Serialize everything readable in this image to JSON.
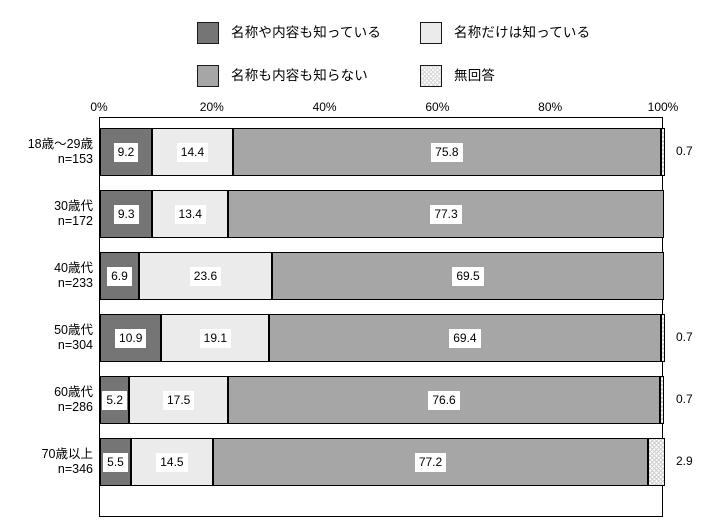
{
  "chart_data": {
    "type": "bar",
    "orientation": "horizontal",
    "stacked": true,
    "stack_mode": "percent",
    "title": "",
    "subtitle": "",
    "xlabel": "",
    "ylabel": "",
    "xlim": [
      0,
      100
    ],
    "xticks": [
      0,
      20,
      40,
      60,
      80,
      100
    ],
    "xtick_labels": [
      "0%",
      "20%",
      "40%",
      "60%",
      "80%",
      "100%"
    ],
    "grid": false,
    "legend_position": "top",
    "categories": [
      "18歳〜29歳",
      "30歳代",
      "40歳代",
      "50歳代",
      "60歳代",
      "70歳以上"
    ],
    "category_sublabels": [
      "n=153",
      "n=172",
      "n=233",
      "n=304",
      "n=286",
      "n=346"
    ],
    "series": [
      {
        "name": "名称や内容も知っている",
        "color": "#757575",
        "values": [
          9.2,
          9.3,
          6.9,
          10.9,
          5.2,
          5.5
        ]
      },
      {
        "name": "名称だけは知っている",
        "color": "#ebebeb",
        "values": [
          14.4,
          13.4,
          23.6,
          19.1,
          17.5,
          14.5
        ]
      },
      {
        "name": "名称も内容も知らない",
        "color": "#a6a6a6",
        "values": [
          75.8,
          77.3,
          69.5,
          69.4,
          76.6,
          77.2
        ]
      },
      {
        "name": "無回答",
        "color": "#fdfdfd",
        "pattern": "dotted",
        "values": [
          0.7,
          0.0,
          0.0,
          0.7,
          0.7,
          2.9
        ]
      }
    ],
    "outside_labels": [
      "0.7",
      "",
      "",
      "0.7",
      "0.7",
      "2.9"
    ],
    "value_label_format": "one-decimal"
  },
  "legend": {
    "items": [
      {
        "label": "名称や内容も知っている",
        "swatch": "sw-known"
      },
      {
        "label": "名称だけは知っている",
        "swatch": "sw-name-only"
      },
      {
        "label": "名称も内容も知らない",
        "swatch": "sw-unknown"
      },
      {
        "label": "無回答",
        "swatch": "sw-noanswer"
      }
    ]
  }
}
